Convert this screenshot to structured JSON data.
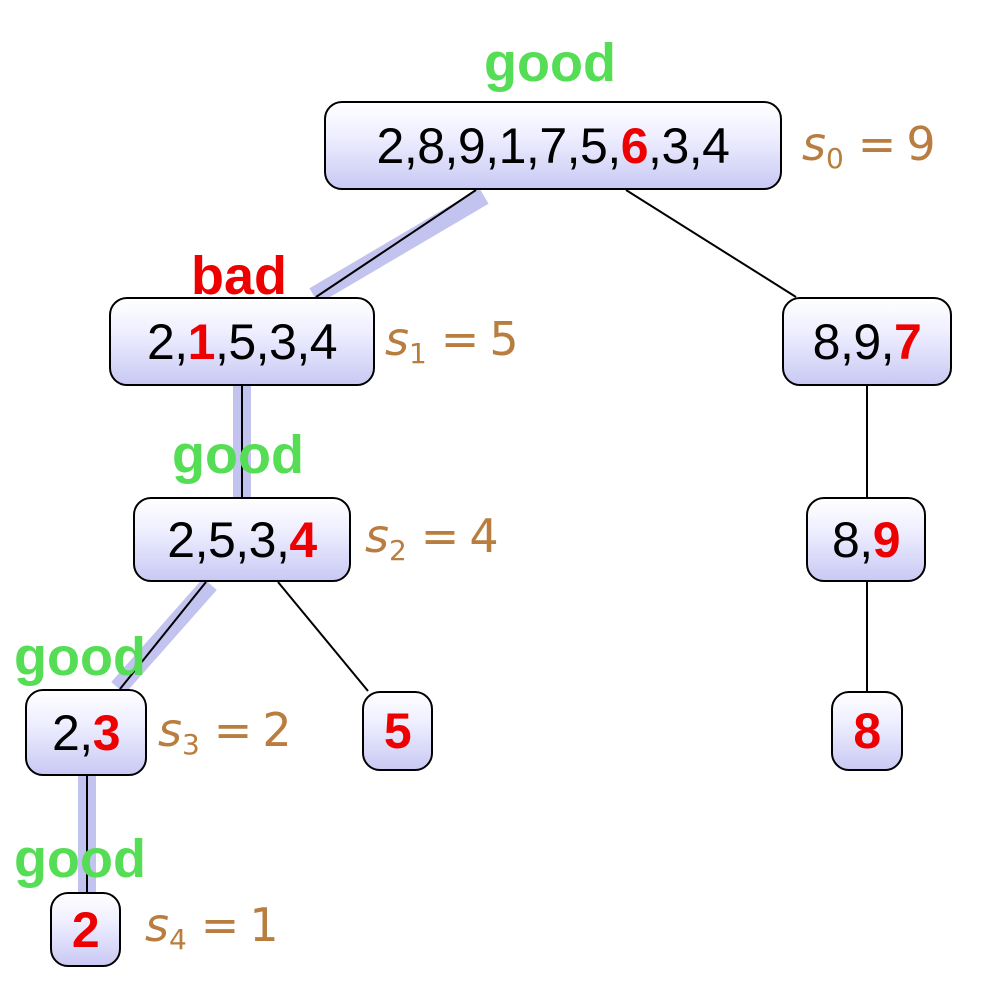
{
  "colors": {
    "good": "#55dd55",
    "bad": "#ee0000",
    "highlight_digit": "#ee0000",
    "s_label": "#b87d3f",
    "path_highlight": "#b8b8ec"
  },
  "nodes": {
    "root": {
      "before": "2,8,9,1,7,5,",
      "pivot": "6",
      "after": ",3,4"
    },
    "n1": {
      "before": "2,",
      "pivot": "1",
      "after": ",5,3,4"
    },
    "n2": {
      "before": "2,5,3,",
      "pivot": "4",
      "after": ""
    },
    "n3": {
      "before": "2,",
      "pivot": "3",
      "after": ""
    },
    "n4": {
      "before": "",
      "pivot": "2",
      "after": ""
    },
    "n5": {
      "before": "",
      "pivot": "5",
      "after": ""
    },
    "r1": {
      "before": "8,9,",
      "pivot": "7",
      "after": ""
    },
    "r2": {
      "before": "8,",
      "pivot": "9",
      "after": ""
    },
    "r3": {
      "before": "",
      "pivot": "8",
      "after": ""
    }
  },
  "verdicts": {
    "root": "good",
    "n1": "bad",
    "n2": "good",
    "n3": "good",
    "n4": "good"
  },
  "s_labels": {
    "s0": {
      "var": "s",
      "sub": "0",
      "eq": "=",
      "value": "9"
    },
    "s1": {
      "var": "s",
      "sub": "1",
      "eq": "=",
      "value": "5"
    },
    "s2": {
      "var": "s",
      "sub": "2",
      "eq": "=",
      "value": "4"
    },
    "s3": {
      "var": "s",
      "sub": "3",
      "eq": "=",
      "value": "2"
    },
    "s4": {
      "var": "s",
      "sub": "4",
      "eq": "=",
      "value": "1"
    }
  }
}
